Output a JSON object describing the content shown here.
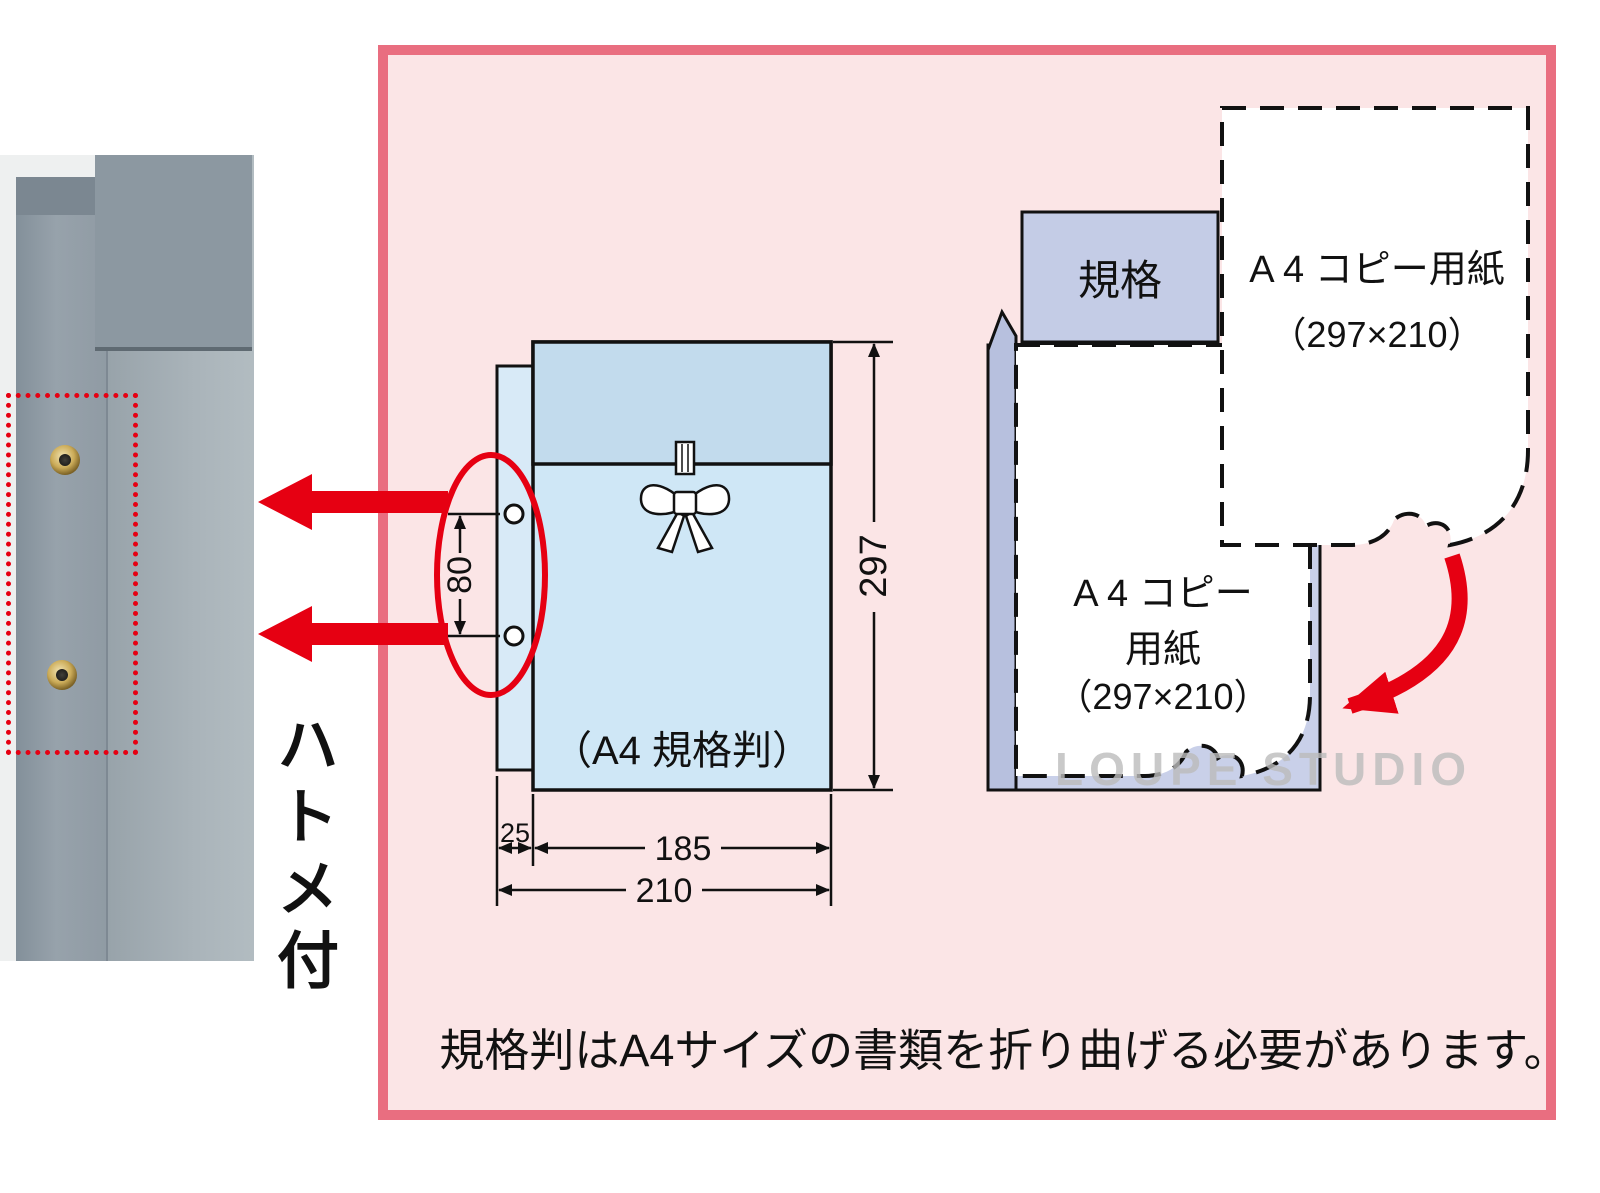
{
  "colors": {
    "accent_red": "#e60012",
    "panel_border_pink": "#e96e80",
    "panel_bg_pink": "#fbe5e6",
    "envelope_blue": "#cfe7f6",
    "envelope_purple": "#c9d0e9",
    "tab_blue": "#c4cce6"
  },
  "photo": {
    "caption_vertical": "ハトメ付"
  },
  "left_diagram": {
    "size_label": "（A4 規格判）",
    "dims": {
      "height": "297",
      "hole_gap": "80",
      "left_margin": "25",
      "inner_width": "185",
      "outer_width": "210"
    }
  },
  "right_diagram": {
    "tab_label": "規格",
    "paper_top": {
      "line1": "A 4 コピー用紙",
      "line2": "（297×210）"
    },
    "paper_front": {
      "line1": "A 4 コピー",
      "line2": "用紙",
      "line3": "（297×210）"
    }
  },
  "caption": "規格判はA4サイズの書類を折り曲げる必要があります。",
  "watermark": "LOUPE STUDIO"
}
